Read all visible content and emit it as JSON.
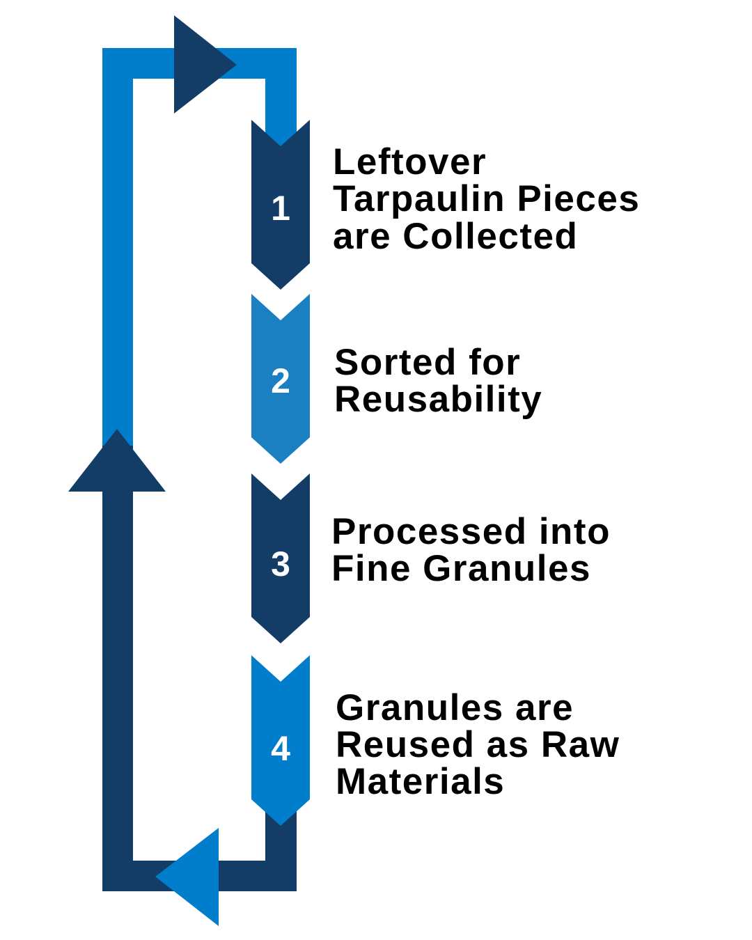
{
  "colors": {
    "dark": "#133C66",
    "blue": "#007ECC",
    "light_blue": "#1B80C2"
  },
  "steps": [
    {
      "number": "1",
      "lines": [
        "Leftover",
        "Tarpaulin Pieces",
        "are Collected"
      ],
      "color": "#133C66"
    },
    {
      "number": "2",
      "lines": [
        "Sorted for",
        "Reusability"
      ],
      "color": "#1B80C2"
    },
    {
      "number": "3",
      "lines": [
        "Processed into",
        "Fine Granules"
      ],
      "color": "#133C66"
    },
    {
      "number": "4",
      "lines": [
        "Granules are",
        "Reused as Raw",
        "Materials"
      ],
      "color": "#007ECC"
    }
  ]
}
